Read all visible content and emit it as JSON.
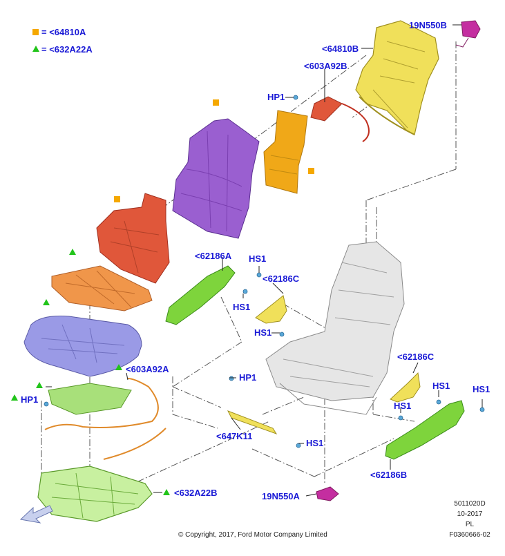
{
  "legend": {
    "square_label": "= <64810A",
    "triangle_label": "= <632A22A",
    "square_color": "#f5a800",
    "triangle_color": "#22c41a"
  },
  "callouts": {
    "c19N550B": "19N550B",
    "c64810B": "<64810B",
    "c603A92B": "<603A92B",
    "hp1_top": "HP1",
    "c62186A": "<62186A",
    "hs1_a": "HS1",
    "c62186C_top": "<62186C",
    "hs1_b": "HS1",
    "hs1_c": "HS1",
    "c603A92A": "<603A92A",
    "hp1_left": "HP1",
    "hp1_mid": "HP1",
    "c647K11": "<647K11",
    "hs1_d": "HS1",
    "c62186C_right": "<62186C",
    "hs1_e": "HS1",
    "hs1_f": "HS1",
    "hs1_g": "HS1",
    "c62186B": "<62186B",
    "c632A22B": "<632A22B",
    "c19N550A": "19N550A"
  },
  "meta": {
    "id": "5011020D",
    "date": "10-2017",
    "lang": "PL",
    "fig": "F0360666-02"
  },
  "copyright": "© Copyright, 2017, Ford Motor Company Limited",
  "colors": {
    "label": "#1a1ad6",
    "purple": "#9a5fd0",
    "orange": "#f0964a",
    "red": "#e0573a",
    "yellow": "#f0e05a",
    "green": "#7ed43c",
    "lightgreen": "#a8e07a",
    "lavender": "#9a9ae6",
    "amber": "#f0a818",
    "magenta": "#c42ea0"
  }
}
